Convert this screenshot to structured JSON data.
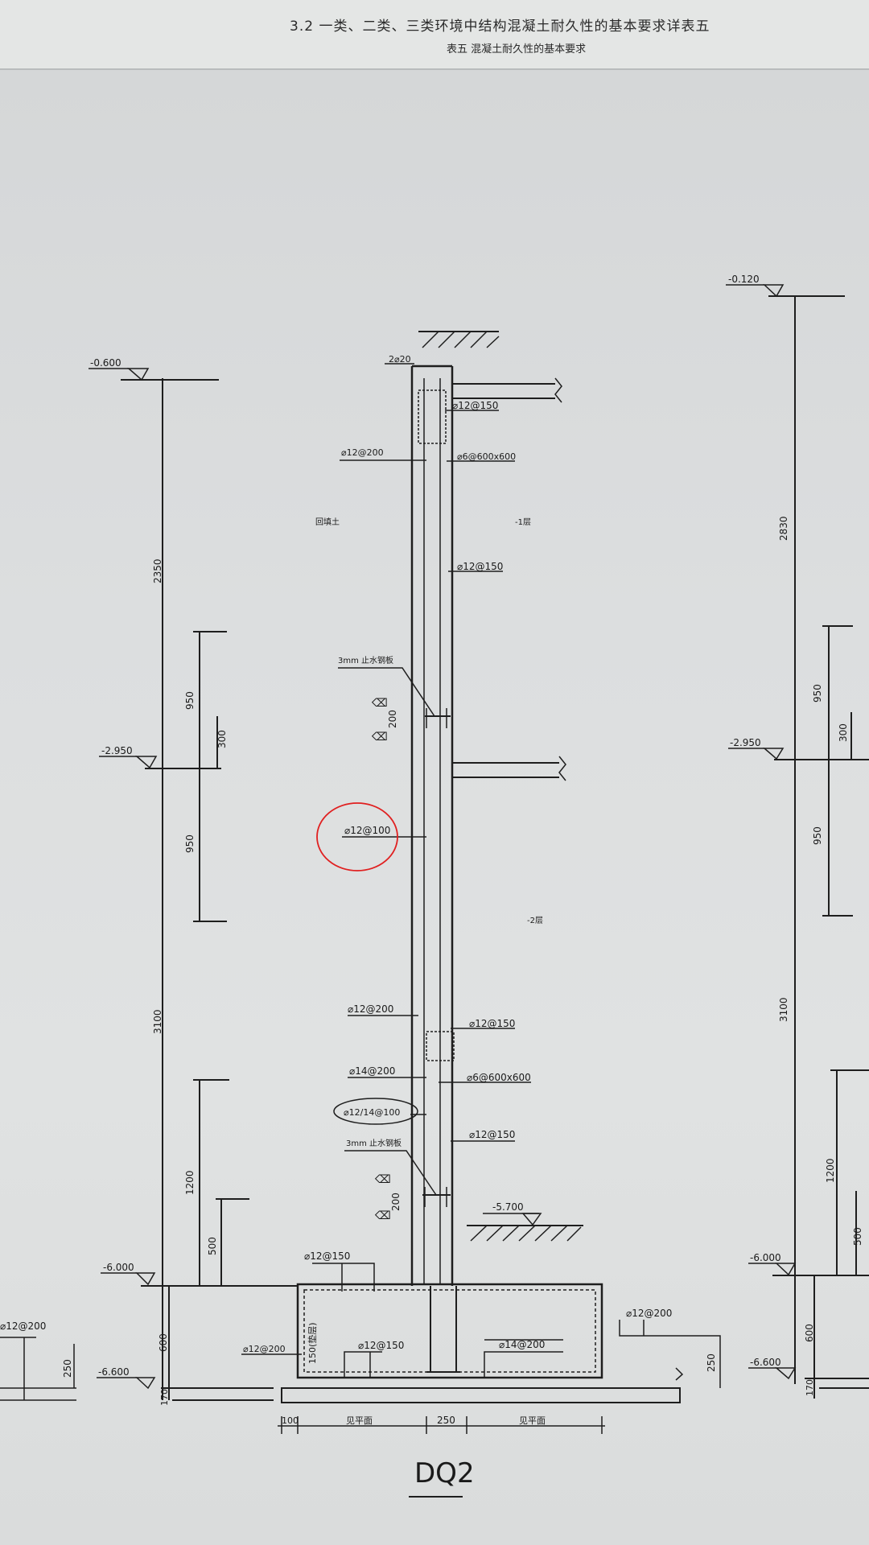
{
  "header": {
    "line1": "3.2 一类、二类、三类环境中结构混凝土耐久性的基本要求详表五",
    "line2": "表五  混凝土耐久性的基本要求"
  },
  "drawing_title": "DQ2",
  "elevations": {
    "left_top": "-0.600",
    "left_mid": "-2.950",
    "left_bottom": "-6.000",
    "left_base": "-6.600",
    "right_top": "-0.120",
    "right_mid": "-2.950",
    "right_bottom": "-6.000",
    "right_base": "-6.600",
    "soil_level": "-5.700"
  },
  "dimensions": {
    "left_2350": "2350",
    "left_3100": "3100",
    "left_950_a": "950",
    "left_950_b": "950",
    "left_300": "300",
    "left_1200": "1200",
    "left_500": "500",
    "left_600": "600",
    "left_170": "170",
    "left_250": "250",
    "right_2830": "2830",
    "right_3100": "3100",
    "right_950_a": "950",
    "right_950_b": "950",
    "right_300": "300",
    "right_1200": "1200",
    "right_500": "500",
    "right_600": "600",
    "right_170": "170",
    "footing_250": "250",
    "bottom_100": "100",
    "bottom_250": "250",
    "bottom_left_dim": "见平面",
    "bottom_right_dim": "见平面",
    "waterstop_200_a": "200",
    "waterstop_200_b": "200"
  },
  "labels": {
    "top_bars": "2⌀20",
    "r1": "⌀12@150",
    "r2": "⌀12@200",
    "r3": "⌀6@600x600",
    "r4": "⌀12@150",
    "r5": "⌀12@100",
    "r6": "⌀12@200",
    "r7": "⌀12@150",
    "r8": "⌀14@200",
    "r9": "⌀6@600x600",
    "r10": "⌀12/14@100",
    "r11": "⌀12@150",
    "r12": "⌀12@150",
    "r13": "⌀12@200",
    "r14": "⌀12@150",
    "r15": "⌀14@200",
    "r16": "⌀12@200",
    "r_left_edge": "⌀12@200",
    "waterstop_a": "3mm 止水钢板",
    "waterstop_b": "3mm 止水钢板",
    "side_in": "回填土",
    "floor_1": "-1层",
    "floor_2": "-2层",
    "pad": "150(垫层)"
  },
  "annotation_color": "#e02020"
}
